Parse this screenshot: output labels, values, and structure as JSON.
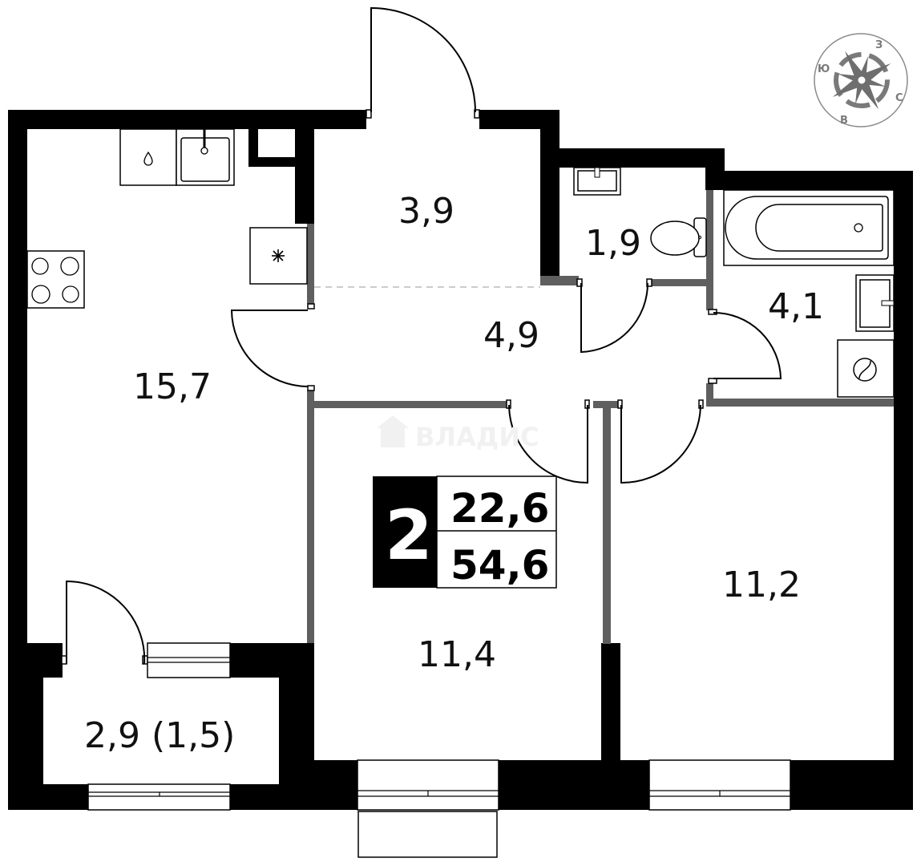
{
  "plan": {
    "room_count": "2",
    "living_area": "22,6",
    "total_area": "54,6",
    "watermark": "ВЛАДИС"
  },
  "rooms": {
    "kitchen": "15,7",
    "vestibule": "3,9",
    "toilet": "1,9",
    "bathroom": "4,1",
    "hallway": "4,9",
    "bedroom_center": "11,4",
    "bedroom_right": "11,2",
    "balcony": "2,9 (1,5)"
  },
  "compass": {
    "north": "З",
    "south": "Ю",
    "east": "С",
    "west": "В"
  },
  "colors": {
    "wall": "#000000",
    "partition": "#5f5f5f",
    "compass": "#7a7a7a",
    "dashed_line": "#bbbbbb"
  }
}
